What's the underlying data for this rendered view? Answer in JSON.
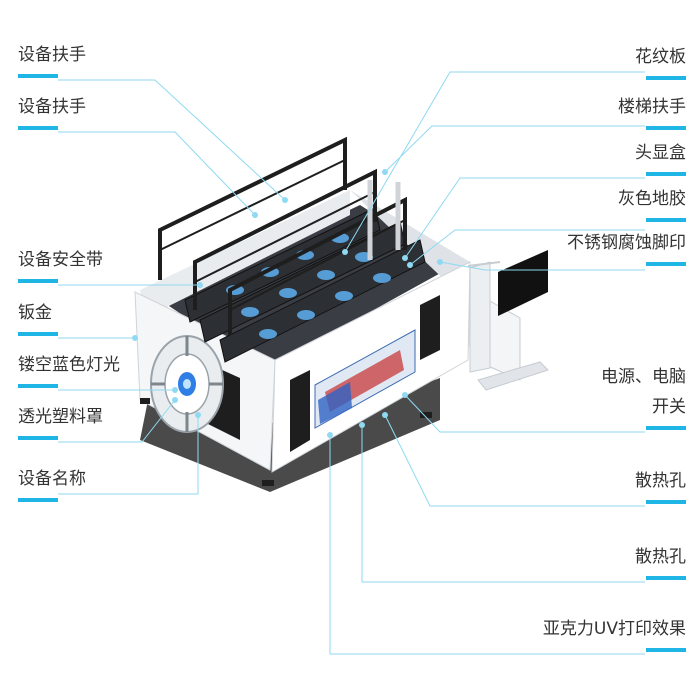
{
  "labels_left": [
    {
      "id": "handrail-1",
      "text": "设备扶手"
    },
    {
      "id": "handrail-2",
      "text": "设备扶手"
    },
    {
      "id": "seat-belt",
      "text": "设备安全带"
    },
    {
      "id": "sheet-metal",
      "text": "钣金"
    },
    {
      "id": "blue-light",
      "text": "镂空蓝色灯光"
    },
    {
      "id": "plastic-cover",
      "text": "透光塑料罩"
    },
    {
      "id": "device-name",
      "text": "设备名称"
    }
  ],
  "labels_right": [
    {
      "id": "pattern-plate",
      "text": "花纹板"
    },
    {
      "id": "stair-handrail",
      "text": "楼梯扶手"
    },
    {
      "id": "headset-box",
      "text": "头显盒"
    },
    {
      "id": "grey-floor",
      "text": "灰色地胶"
    },
    {
      "id": "steel-print",
      "text": "不锈钢腐蚀脚印"
    },
    {
      "id": "power-switch",
      "text": "电源、电脑\n开关"
    },
    {
      "id": "vent-1",
      "text": "散热孔"
    },
    {
      "id": "vent-2",
      "text": "散热孔"
    },
    {
      "id": "uv-print",
      "text": "亚克力UV打印效果"
    }
  ],
  "colors": {
    "accent": "#1fb6e6",
    "leader": "#8fd9f2",
    "label": "#333333",
    "frame": "#1e1e1e",
    "body": "#f4f6f8"
  }
}
